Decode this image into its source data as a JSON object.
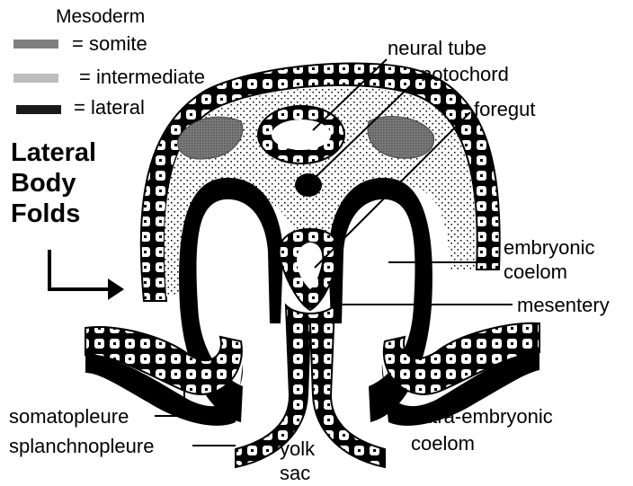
{
  "legend": {
    "title": "Mesoderm",
    "items": [
      {
        "label": "= somite",
        "color": "#808080"
      },
      {
        "label": "= intermediate",
        "color": "#bdbdbd"
      },
      {
        "label": "= lateral",
        "color": "#1a1a1a"
      }
    ]
  },
  "heading": {
    "line1": "Lateral",
    "line2": "Body",
    "line3": "Folds"
  },
  "labels": {
    "neural_tube": "neural tube",
    "notochord": "notochord",
    "foregut": "foregut",
    "embryonic_coelom_1": "embryonic",
    "embryonic_coelom_2": "coelom",
    "mesentery": "mesentery",
    "somatopleure": "somatopleure",
    "splanchnopleure": "splanchnopleure",
    "extra_embryonic_coelom_1": "extra-embryonic",
    "extra_embryonic_coelom_2": "coelom",
    "yolk_sac_1": "yolk",
    "yolk_sac_2": "sac"
  }
}
